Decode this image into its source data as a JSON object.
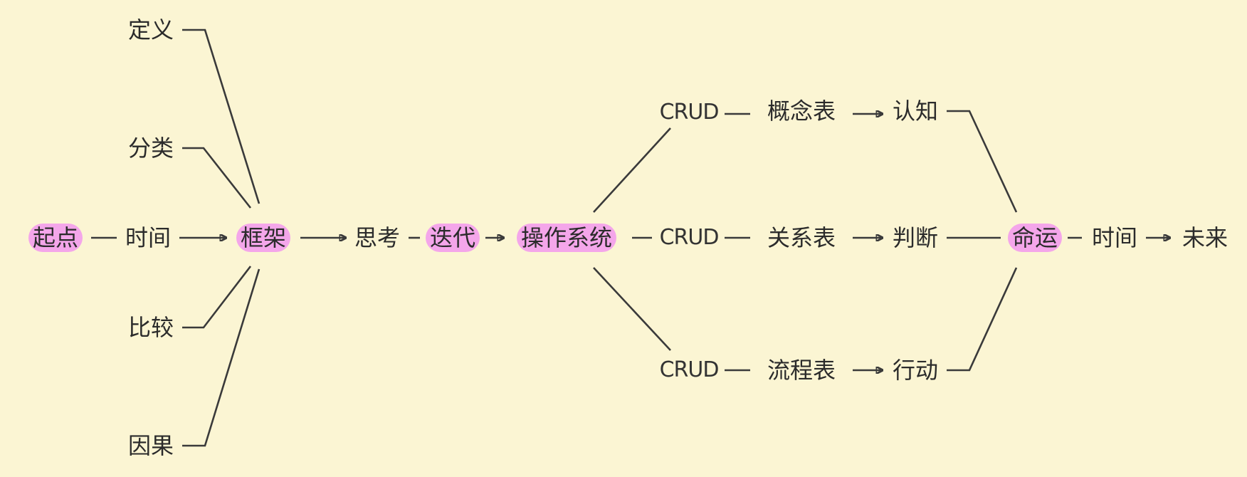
{
  "nodes": {
    "start": "起点",
    "time_left": "时间",
    "definition": "定义",
    "classification": "分类",
    "comparison": "比较",
    "causality": "因果",
    "framework": "框架",
    "thinking": "思考",
    "iteration": "迭代",
    "operating_system": "操作系统",
    "crud_top": "CRUD",
    "crud_mid": "CRUD",
    "crud_bottom": "CRUD",
    "concept_table": "概念表",
    "relation_table": "关系表",
    "process_table": "流程表",
    "cognition": "认知",
    "judgment": "判断",
    "action": "行动",
    "destiny": "命运",
    "time_right": "时间",
    "future": "未来"
  },
  "colors": {
    "background": "#fbf5d3",
    "highlight": "#f4a6ea",
    "line": "#3a3a3a"
  }
}
